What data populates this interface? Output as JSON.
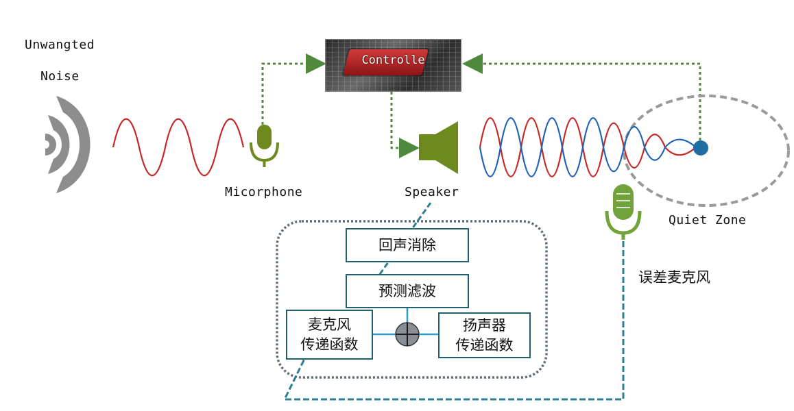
{
  "labels": {
    "noise_line1": "Unwangted",
    "noise_line2": "Noise",
    "controller": "Controlle",
    "microphone": "Micorphone",
    "speaker": "Speaker",
    "quiet_zone": "Quiet Zone",
    "error_mic": "误差麦克风"
  },
  "blocks": {
    "echo_cancel": "回声消除",
    "predict_filter": "预测滤波",
    "mic_tf": "麦克风\n传递函数",
    "spk_tf": "扬声器\n传递函数"
  },
  "colors": {
    "wave_red": "#c62828",
    "wave_blue": "#1e63b5",
    "arrow_green": "#4f8a3c",
    "icon_olive": "#6e8a1f",
    "mic_green": "#72a23a",
    "noise_gray": "#8d8d8d",
    "teal_line": "#2a7f92",
    "box_border": "#1f5f6e"
  },
  "icons": {
    "noise_source": "sound-waves-icon",
    "microphone": "microphone-icon",
    "speaker": "speaker-icon",
    "error_microphone": "microphone-icon",
    "controller": "circuit-chip-icon",
    "sum_junction": "summing-junction-icon"
  }
}
